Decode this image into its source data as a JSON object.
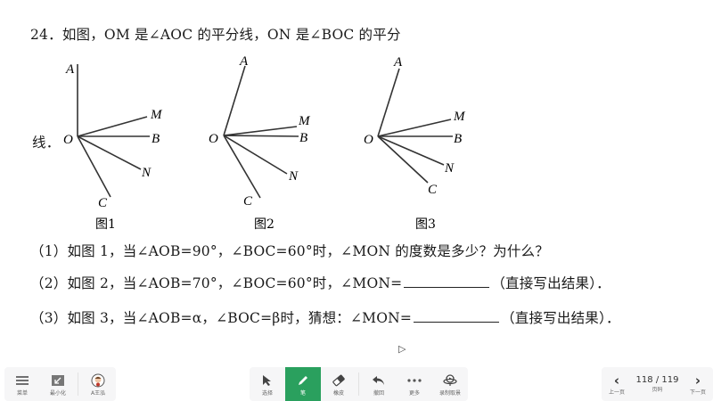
{
  "document": {
    "question_title": "24．如图，OM 是∠AOC 的平分线，ON 是∠BOC 的平分",
    "title_continuation": "线．",
    "figures": [
      {
        "caption": "图1",
        "labels": {
          "A": "A",
          "O": "O",
          "M": "M",
          "B": "B",
          "N": "N",
          "C": "C"
        }
      },
      {
        "caption": "图2",
        "labels": {
          "A": "A",
          "O": "O",
          "M": "M",
          "B": "B",
          "N": "N",
          "C": "C"
        }
      },
      {
        "caption": "图3",
        "labels": {
          "A": "A",
          "O": "O",
          "M": "M",
          "B": "B",
          "N": "N",
          "C": "C"
        }
      }
    ],
    "q1": "（1）如图 1，当∠AOB=90°，∠BOC=60°时，∠MON 的度数是多少？为什么？",
    "q2_prefix": "（2）如图 2，当∠AOB=70°，∠BOC=60°时，∠MON=",
    "q2_suffix": "（直接写出结果）．",
    "q3_prefix": "（3）如图 3，当∠AOB=α，∠BOC=β时，猜想：∠MON=",
    "q3_suffix": "（直接写出结果）．"
  },
  "toolbar_left": {
    "items": [
      {
        "label": "菜单",
        "icon": "menu-icon"
      },
      {
        "label": "最小化",
        "icon": "minimize-icon"
      },
      {
        "label": "A王泓",
        "icon": "avatar-icon"
      }
    ]
  },
  "toolbar_center": {
    "items": [
      {
        "label": "选择",
        "icon": "cursor-icon"
      },
      {
        "label": "笔",
        "icon": "pen-icon",
        "active": true
      },
      {
        "label": "橡皮",
        "icon": "eraser-icon"
      },
      {
        "label": "撤回",
        "icon": "undo-icon"
      },
      {
        "label": "更多",
        "icon": "more-icon"
      },
      {
        "label": "录制取景",
        "icon": "record-icon"
      }
    ]
  },
  "pager": {
    "prev_label": "上一页",
    "next_label": "下一页",
    "current": "118 / 119",
    "page_label": "页码"
  },
  "colors": {
    "active_green": "#2aa05e",
    "toolbar_bg": "#f6f6f7"
  }
}
